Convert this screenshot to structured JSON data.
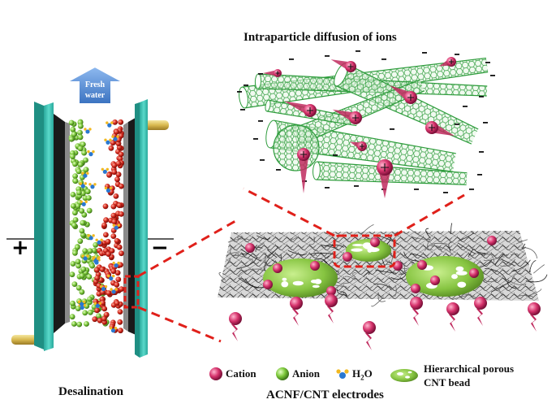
{
  "titles": {
    "top": "Intraparticle diffusion of ions",
    "left": "Desalination",
    "bottom": "ACNF/CNT electrodes"
  },
  "arrow": {
    "line1": "Fresh",
    "line2": "water"
  },
  "electrodes": {
    "positive": "+",
    "negative": "−"
  },
  "legend": {
    "cation": "Cation",
    "anion": "Anion",
    "water_prefix": "H",
    "water_sub": "2",
    "water_suffix": "O",
    "bead_line1": "Hierarchical porous",
    "bead_line2": "CNT bead"
  },
  "colors": {
    "cation": "#d6336c",
    "anion": "#7cc83a",
    "plate": "#3cc6b6",
    "arrow": "#4a86cf",
    "mesh": "#555555",
    "tube": "#35a845",
    "zoom": "#e0201a"
  }
}
